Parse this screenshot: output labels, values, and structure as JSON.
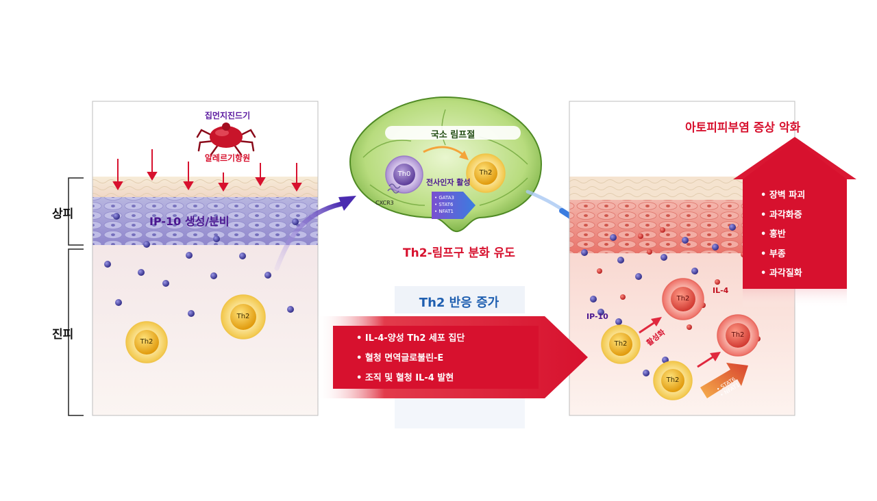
{
  "layer_labels": {
    "epidermis": "상피",
    "dermis": "진피"
  },
  "left_panel": {
    "mite_label": "집먼지진드기",
    "allergen_label": "알레르기항원",
    "ip10_label": "IP-10 생성/분비",
    "cell_label_a": "Th2",
    "cell_label_b": "Th2"
  },
  "lymph_node": {
    "title": "국소 림프절",
    "th0_label": "Th0",
    "th2_label": "Th2",
    "transcription_label": "전사인자 활성",
    "receptor_label": "CXCR3",
    "factors": [
      "• GATA3",
      "• STAT6",
      "• NFAT1"
    ],
    "caption": "Th2-림프구 분화 유도"
  },
  "th2_response": {
    "heading": "Th2 반응 증가",
    "items": [
      "• IL-4-양성 Th2 세포 집단",
      "• 혈청 면역글로불린-E",
      "• 조직 및 혈청 IL-4 발현"
    ]
  },
  "right_panel": {
    "title": "아토피피부염 증상 악화",
    "symptoms": [
      "• 장벽 파괴",
      "• 과각화증",
      "• 홍반",
      "• 부종",
      "• 과각질화"
    ],
    "il4_label": "IL-4",
    "ip10_label": "IP-10",
    "activation_label": "활성화",
    "factor_arrow": [
      "• STAT6",
      "• NFAT1"
    ],
    "th2_active_a": "Th2",
    "th2_active_b": "Th2",
    "th2_resting_a": "Th2",
    "th2_resting_b": "Th2"
  },
  "colors": {
    "accent_red": "#d7112e",
    "label_purple": "#5b1aa0",
    "heading_blue": "#1f5fb0",
    "node_green": "#a6d16a"
  }
}
